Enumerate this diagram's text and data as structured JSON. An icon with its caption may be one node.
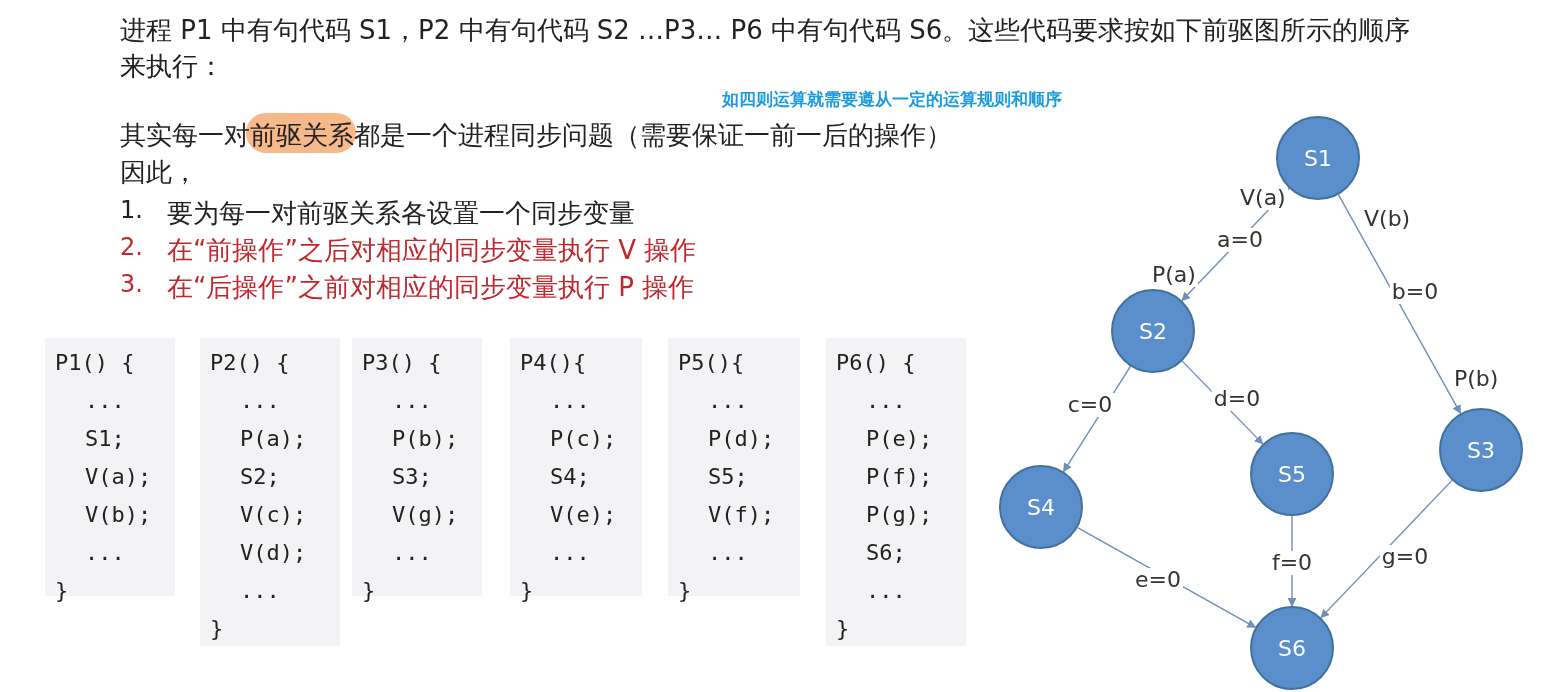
{
  "diagram": {
    "nodes": [
      {
        "text": [
          "P1() {",
          "...",
          "S1;",
          "V(a);",
          "V(b);",
          "...",
          "}"
        ]
      },
      {
        "text": [
          "P2() {",
          "...",
          "P(a);",
          "S2;",
          "V(c);",
          "V(d);",
          "...",
          "}"
        ]
      },
      {
        "text": [
          "P3() {",
          "...",
          "P(b);",
          "S3;",
          "V(g);",
          "...",
          "}"
        ]
      },
      {
        "text": [
          "P4(){",
          "...",
          "P(c);",
          "S4;",
          "V(e);",
          "...",
          "}"
        ]
      },
      {
        "text": [
          "P5(){",
          "...",
          "P(d);",
          "S5;",
          "V(f);",
          "...",
          "}"
        ]
      },
      {
        "text": [
          "P6() {",
          "...",
          "P(e);",
          "P(f);",
          "P(g);",
          "S6;",
          "...",
          "}"
        ]
      },
      {
        "text": [
          "S1"
        ]
      },
      {
        "text": [
          "S2"
        ]
      },
      {
        "text": [
          "S3"
        ]
      },
      {
        "text": [
          "S4"
        ]
      },
      {
        "text": [
          "S5"
        ]
      },
      {
        "text": [
          "S6"
        ]
      }
    ],
    "edges": [
      {
        "from": 6,
        "to": 7,
        "arrow": "to",
        "label": "a=0"
      },
      {
        "from": 6,
        "to": 8,
        "arrow": "to",
        "label": "b=0"
      },
      {
        "from": 7,
        "to": 9,
        "arrow": "to",
        "label": "c=0"
      },
      {
        "from": 7,
        "to": 10,
        "arrow": "to",
        "label": "d=0"
      },
      {
        "from": 9,
        "to": 11,
        "arrow": "to",
        "label": "e=0"
      },
      {
        "from": 10,
        "to": 11,
        "arrow": "to",
        "label": "f=0"
      },
      {
        "from": 8,
        "to": 11,
        "arrow": "to",
        "label": "g=0"
      }
    ],
    "labels": [
      "进程 P1 中有句代码 S1，P2 中有句代码 S2 …P3… P6 中有句代码 S6。这些代码要求按如下前驱图所示的顺序来执行：",
      "如四则运算就需要遵从一定的运算规则和顺序",
      "其实每一对前驱关系都是一个进程同步问题（需要保证一前一后的操作）",
      "因此，",
      "1.",
      "要为每一对前驱关系各设置一个同步变量",
      "2.",
      "在“前操作”之后对相应的同步变量执行 V 操作",
      "3.",
      "在“后操作”之前对相应的同步变量执行 P 操作",
      "V(a)",
      "V(b)",
      "P(a)",
      "P(b)"
    ]
  }
}
